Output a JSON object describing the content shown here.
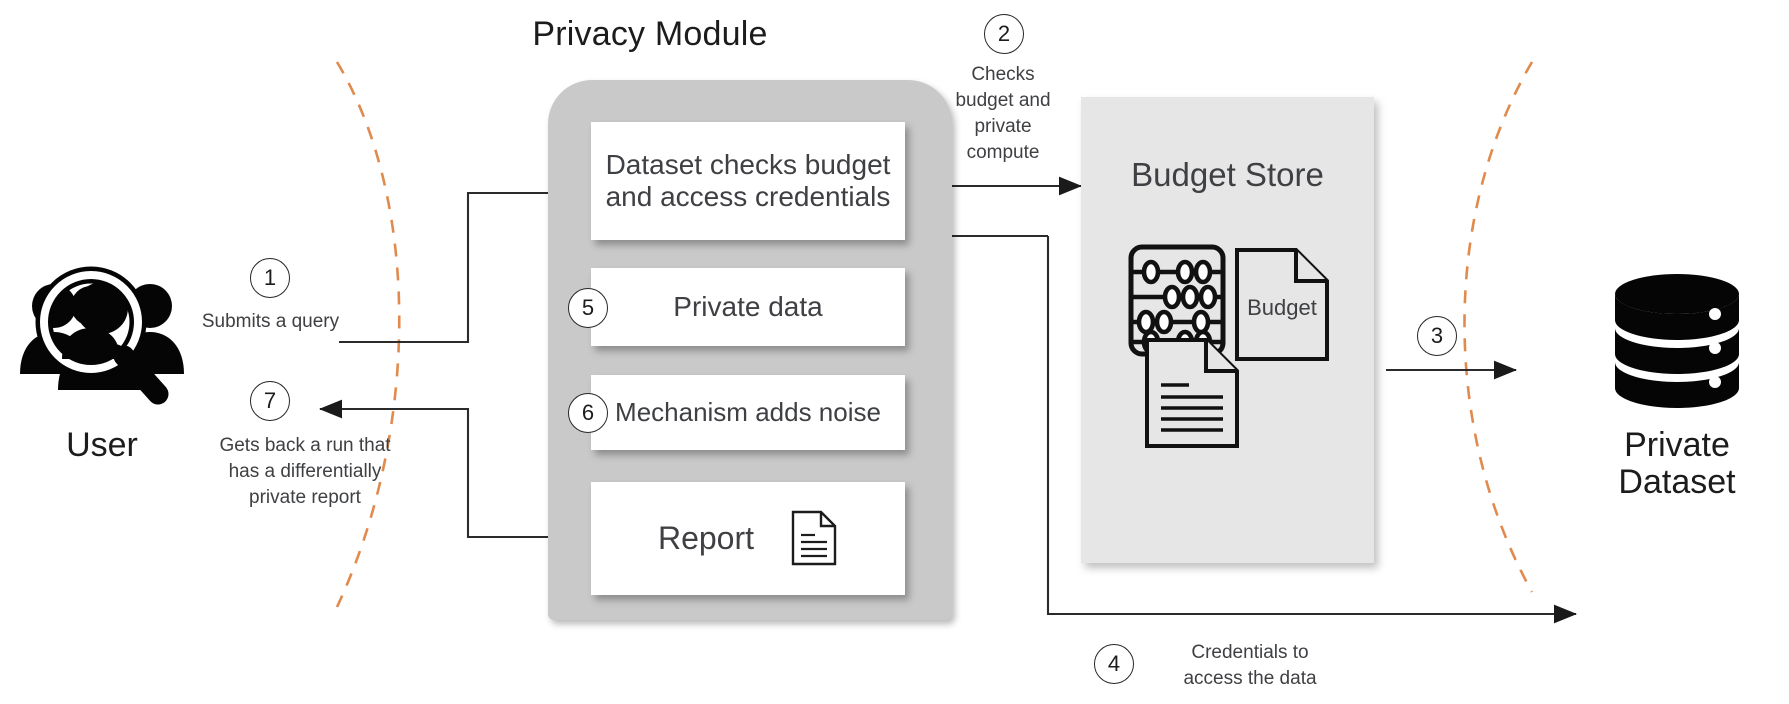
{
  "diagram": {
    "title": "Privacy Module",
    "background": "#ffffff",
    "accent_dashed_color": "#e08a4e",
    "module_fill": "#c9c9c9",
    "store_fill": "#e6e6e6",
    "box_fill": "#ffffff"
  },
  "actors": {
    "user": {
      "label": "User",
      "icon": "users-search-icon"
    },
    "dataset": {
      "label_line1": "Private",
      "label_line2": "Dataset",
      "icon": "database-icon"
    }
  },
  "module": {
    "title": "Privacy Module",
    "boxes": [
      {
        "id": "dataset-checks",
        "line1": "Dataset checks budget",
        "line2": "and access credentials",
        "step": null
      },
      {
        "id": "private-data",
        "line1": "Private data",
        "line2": "",
        "step": "5"
      },
      {
        "id": "mechanism",
        "line1": "Mechanism adds noise",
        "line2": "",
        "step": "6"
      },
      {
        "id": "report",
        "line1": "Report",
        "line2": "",
        "step": null,
        "icon": "document-icon"
      }
    ]
  },
  "budget_store": {
    "title": "Budget Store",
    "abacus_icon": "abacus-icon",
    "budget_doc_label": "Budget",
    "budget_doc_icon": "document-outline-icon",
    "lines_doc_icon": "document-lines-icon"
  },
  "steps": [
    {
      "number": "1",
      "text_lines": [
        "Submits a query"
      ]
    },
    {
      "number": "2",
      "text_lines": [
        "Checks",
        "budget and",
        "private",
        "compute"
      ]
    },
    {
      "number": "3",
      "text_lines": []
    },
    {
      "number": "4",
      "text_lines": [
        "Credentials to",
        "access the data"
      ]
    },
    {
      "number": "5",
      "text_lines": []
    },
    {
      "number": "6",
      "text_lines": []
    },
    {
      "number": "7",
      "text_lines": [
        "Gets back a run that",
        "has a differentially",
        "private report"
      ]
    }
  ],
  "step_text": {
    "s1": "Submits a query",
    "s2_l1": "Checks",
    "s2_l2": "budget and",
    "s2_l3": "private",
    "s2_l4": "compute",
    "s4_l1": "Credentials to",
    "s4_l2": "access the data",
    "s7_l1": "Gets back a run that",
    "s7_l2": "has a differentially",
    "s7_l3": "private report"
  },
  "numbers": {
    "n1": "1",
    "n2": "2",
    "n3": "3",
    "n4": "4",
    "n5": "5",
    "n6": "6",
    "n7": "7"
  }
}
